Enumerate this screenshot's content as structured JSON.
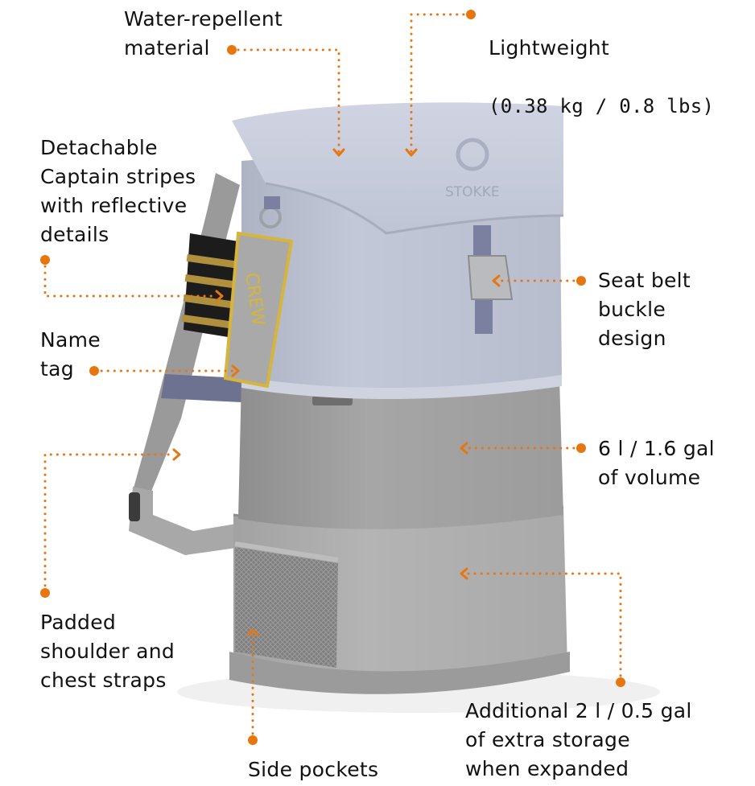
{
  "accent_color": "#e8760f",
  "product": {
    "brand_logo_text": "STOKKE",
    "name_tag_text": "CREW"
  },
  "callouts": [
    {
      "id": "water-repellent",
      "text": "Water-repellent\nmaterial"
    },
    {
      "id": "lightweight",
      "line1": "Lightweight",
      "line2": "(0.38 kg / 0.8 lbs)"
    },
    {
      "id": "captain-stripes",
      "text": "Detachable\nCaptain stripes\nwith reflective\ndetails"
    },
    {
      "id": "seat-belt-buckle",
      "text": "Seat belt\nbuckle\ndesign"
    },
    {
      "id": "name-tag",
      "text": "Name\ntag"
    },
    {
      "id": "volume",
      "text": "6 l / 1.6 gal\nof volume"
    },
    {
      "id": "padded-straps",
      "text": "Padded\nshoulder and\nchest straps"
    },
    {
      "id": "extra-storage",
      "text": "Additional 2 l / 0.5 gal\nof extra storage\nwhen expanded"
    },
    {
      "id": "side-pockets",
      "text": "Side pockets"
    }
  ]
}
